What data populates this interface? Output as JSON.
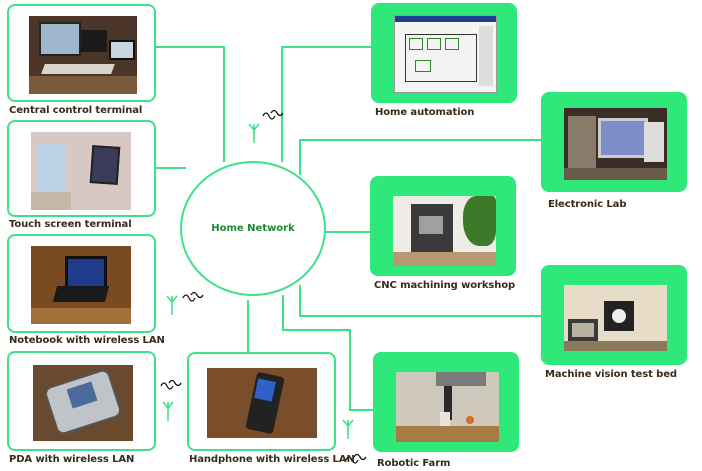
{
  "hub": {
    "label": "Home Network"
  },
  "nodes": {
    "central_control": "Central control terminal",
    "touch_screen": "Touch screen terminal",
    "notebook": "Notebook with wireless LAN",
    "pda": "PDA with wireless LAN",
    "handphone": "Handphone with wireless LAN",
    "home_automation": "Home automation",
    "electronic_lab": "Electronic Lab",
    "cnc_workshop": "CNC machining workshop",
    "machine_vision": "Machine vision test bed",
    "robotic_farm": "Robotic Farm"
  },
  "colors": {
    "link": "#3fe08a",
    "panel_fill": "#2ee87a",
    "hub_text": "#1c8a33",
    "label_text": "#3a2a1a"
  }
}
